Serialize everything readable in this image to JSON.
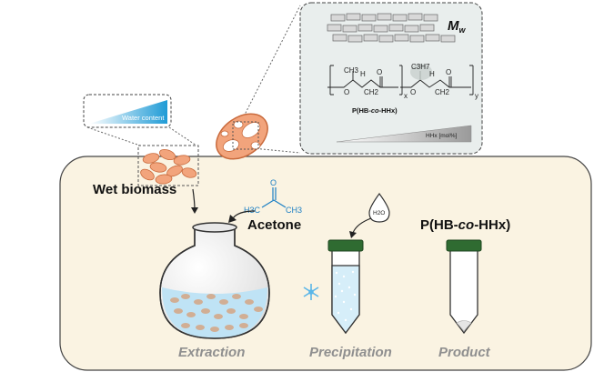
{
  "labels": {
    "water_content": "Water content",
    "wet_biomass": "Wet biomass",
    "acetone": "Acetone",
    "product_title_pre": "P(HB-",
    "product_title_co": "co",
    "product_title_post": "-HHx)",
    "mw_m": "M",
    "mw_sub": "w",
    "polymer_name_pre": "P(HB-",
    "polymer_name_co": "co",
    "polymer_name_post": "-HHx)",
    "hhx_axis": "HHx [mol%]",
    "water_molecule": "H2O",
    "acetone_h3c": "H3C",
    "acetone_ch3": "CH3",
    "acetone_o": "O",
    "struct_ch3": "CH3",
    "struct_c3h7": "C3H7",
    "struct_h": "H",
    "struct_o": "O",
    "struct_ch2": "CH2",
    "struct_x": "x",
    "struct_y": "y"
  },
  "steps": {
    "extraction": "Extraction",
    "precipitation": "Precipitation",
    "product": "Product"
  },
  "colors": {
    "panel_fill": "#faf3e2",
    "cell_fill": "#f2a47c",
    "cell_stroke": "#c96a3c",
    "cap_green": "#2f6b31",
    "liquid_blue": "#bfe3f5",
    "gradient_blue": "#1f9bd6",
    "inset_fill": "#e9eeed",
    "acetone_blue": "#1b7fc4",
    "snowflake_blue": "#5ab6e8"
  },
  "icons": [
    "droplet-icon",
    "snowflake-icon",
    "flask-icon",
    "tube-icon",
    "cell-icon"
  ]
}
